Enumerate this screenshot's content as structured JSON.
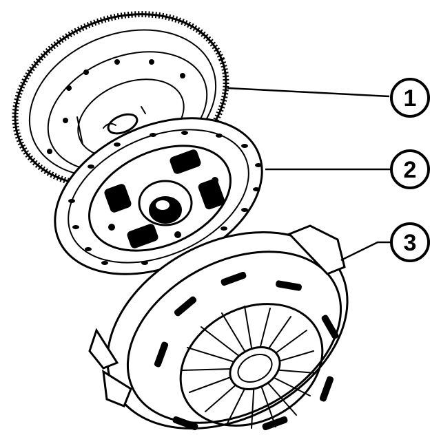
{
  "callouts": [
    {
      "label": "1",
      "part": "flywheel"
    },
    {
      "label": "2",
      "part": "clutch-disc"
    },
    {
      "label": "3",
      "part": "pressure-plate"
    }
  ]
}
